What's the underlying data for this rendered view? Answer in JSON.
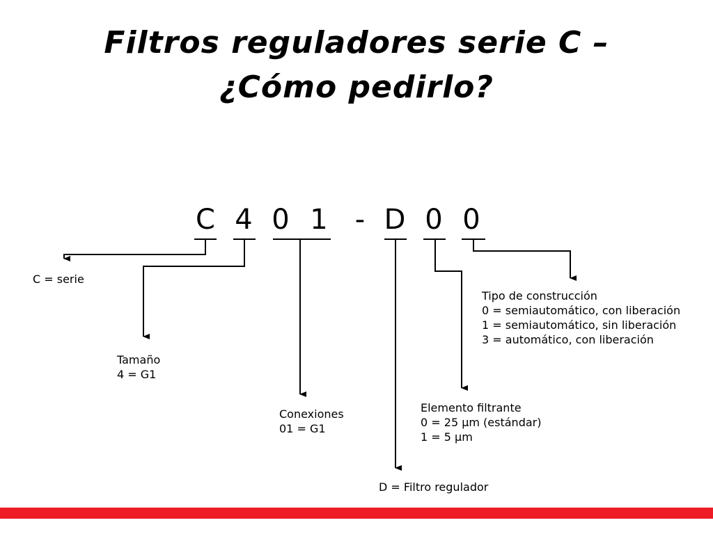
{
  "title": {
    "line1": "Filtros reguladores serie C –",
    "line2": "¿Cómo pedirlo?"
  },
  "code": {
    "c": "C",
    "size": "4",
    "conn1": "0",
    "conn2": "1",
    "dash": "-",
    "type": "D",
    "filter": "0",
    "construction": "0"
  },
  "labels": {
    "serie": "C = serie",
    "tamano": {
      "heading": "Tamaño",
      "value": "4 = G1"
    },
    "conexiones": {
      "heading": "Conexiones",
      "value": "01 = G1"
    },
    "tipo_d": "D = Filtro regulador",
    "elemento": {
      "heading": "Elemento filtrante",
      "opt0": "0 = 25 μm (estándar)",
      "opt1": "1 = 5 μm"
    },
    "construccion": {
      "heading": "Tipo de construcción",
      "opt0": "0 = semiautomático, con liberación",
      "opt1": "1 = semiautomático, sin liberación",
      "opt3": "3 = automático, con liberación"
    }
  },
  "colors": {
    "accent_bar": "#ee1c24",
    "text": "#000000"
  }
}
